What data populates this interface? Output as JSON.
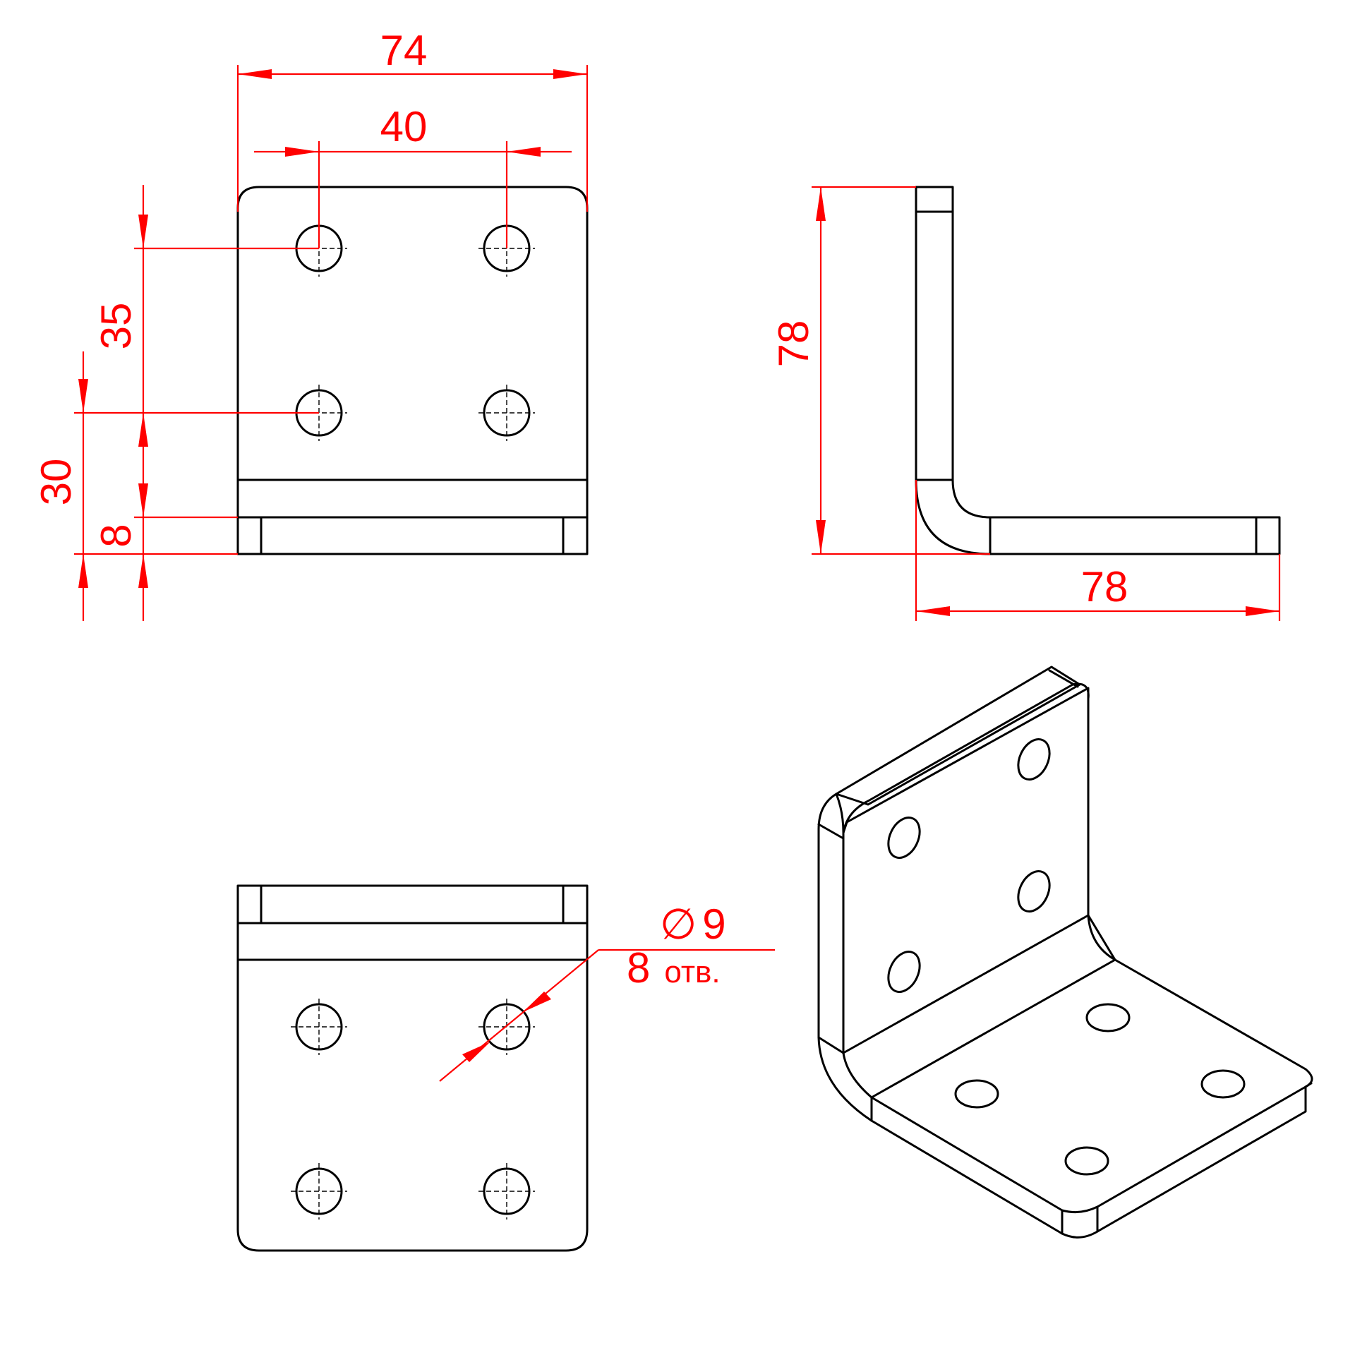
{
  "dimensions": {
    "overall_width": "74",
    "hole_spacing_horizontal": "40",
    "hole_spacing_vertical": "35",
    "hole_offset_from_base": "30",
    "material_thickness": "8",
    "side_height": "78",
    "side_length": "78"
  },
  "hole_callout": {
    "diameter_symbol": "∅",
    "diameter_value": "9",
    "count": "8",
    "count_suffix": "отв."
  },
  "colors": {
    "part_lines": "#000000",
    "dimension_lines": "#ff0000",
    "background": "#ffffff"
  }
}
